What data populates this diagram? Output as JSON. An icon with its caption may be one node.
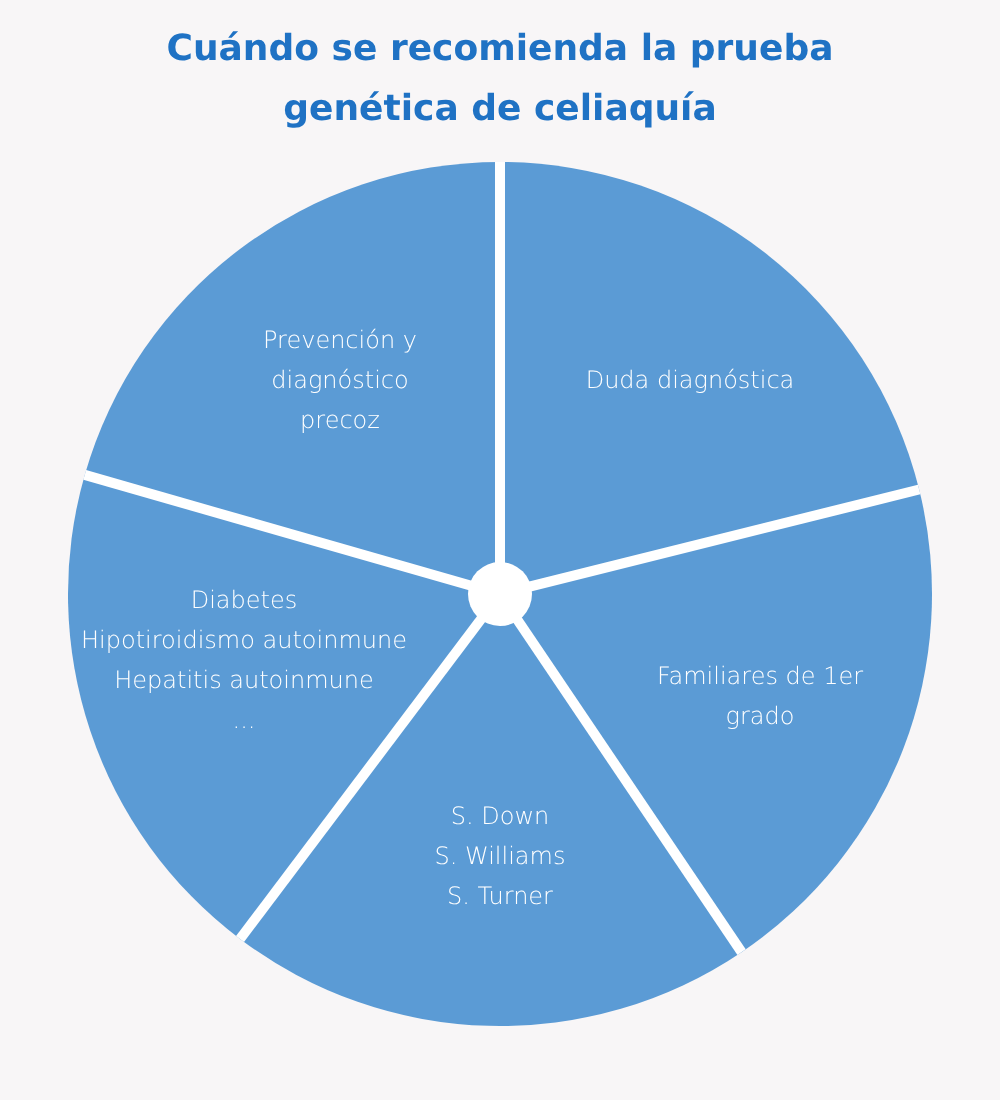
{
  "diagram": {
    "title": "Cuándo se recomienda la prueba genética de celiaquía",
    "nodes": [
      {
        "text": [
          "Prevención y diagnóstico precoz"
        ]
      },
      {
        "text": [
          "Duda diagnóstica"
        ]
      },
      {
        "text": [
          "Diabetes",
          "Hipotiroidismo autoinmune",
          "Hepatitis autoinmune",
          "..."
        ]
      },
      {
        "text": [
          "Familiares de 1er grado"
        ]
      },
      {
        "text": [
          "S. Down",
          "S. Williams",
          "S. Turner"
        ]
      }
    ]
  }
}
